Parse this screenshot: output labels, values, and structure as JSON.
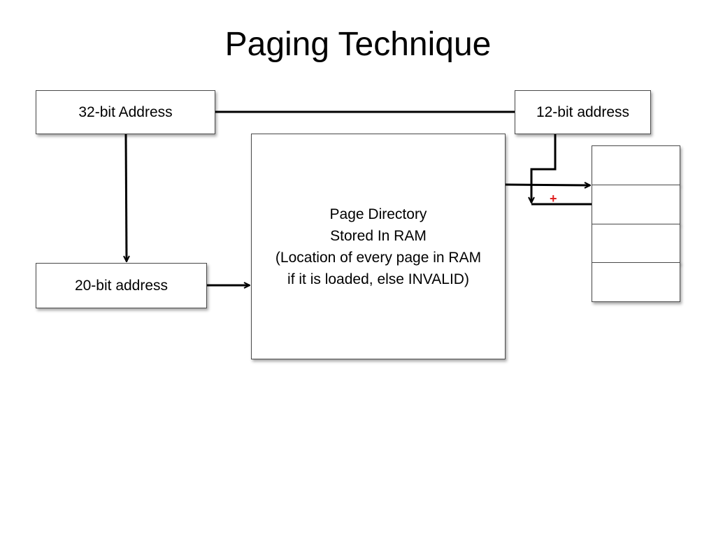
{
  "title": "Paging Technique",
  "boxes": {
    "address_32": "32-bit Address",
    "address_12": "12-bit address",
    "address_20": "20-bit address",
    "page_directory": {
      "line1": "Page Directory",
      "line2": "Stored In RAM",
      "line3": "(Location of every page in RAM",
      "line4": "if it is loaded, else INVALID)"
    }
  },
  "operator_symbol": "+",
  "colors": {
    "line": "#000000",
    "plus": "#e02020",
    "border": "#4a4a4a"
  }
}
